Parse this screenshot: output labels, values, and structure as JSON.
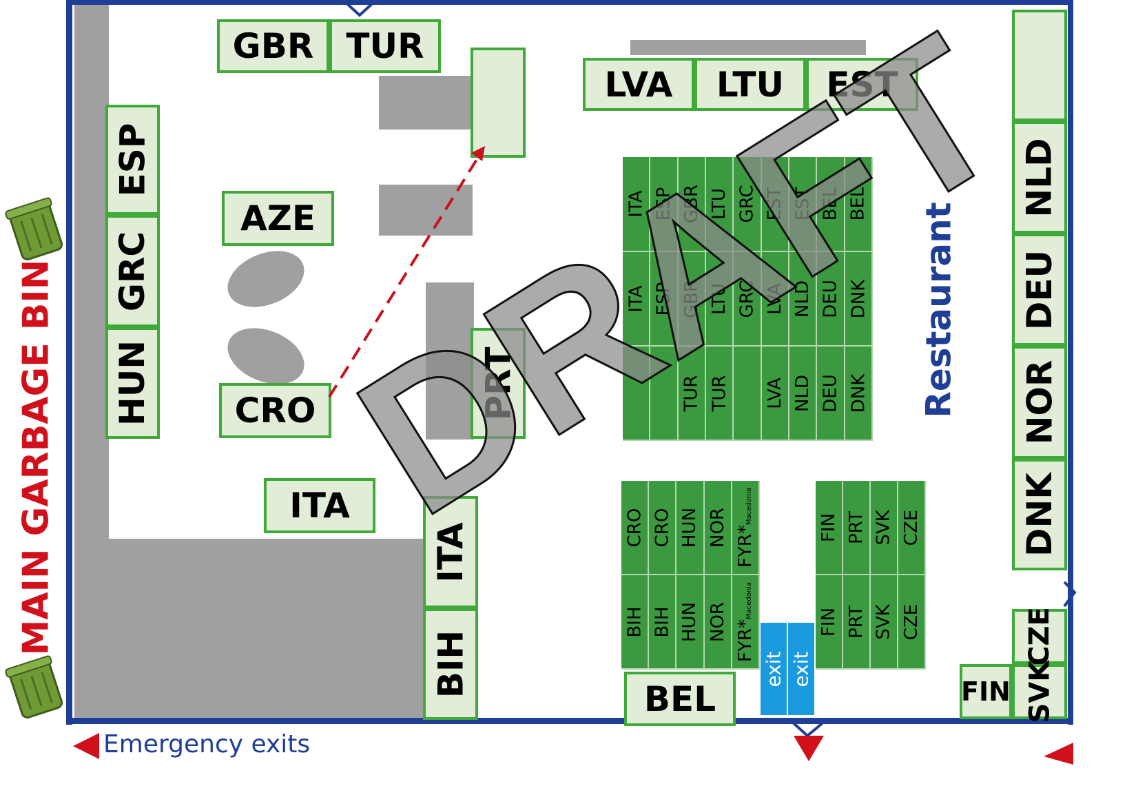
{
  "colors": {
    "wall": "#1f3f96",
    "booth_border": "#3faa3a",
    "booth_fill": "#e2edd8",
    "table_green": "#3b9a3f",
    "obstacle_gray": "#a0a0a0",
    "exit_blue": "#1a9be0",
    "red": "#d0101a",
    "restaurant_text": "#1f3f96",
    "bin_green": "#6f9a35"
  },
  "labels": {
    "side_title_red": "MAIN GARBAGE BIN",
    "restaurant": "Restaurant",
    "emergency_exits": "Emergency exits",
    "watermark": "DRAFT"
  },
  "booths": {
    "gbr": "GBR",
    "tur": "TUR",
    "lva": "LVA",
    "ltu": "LTU",
    "est": "EST",
    "esp": "ESP",
    "grc": "GRC",
    "hun": "HUN",
    "aze": "AZE",
    "cro": "CRO",
    "prt": "PRT",
    "ita_center": "ITA",
    "ita_lower": "ITA",
    "bih": "BIH",
    "bel": "BEL",
    "nld": "NLD",
    "deu": "DEU",
    "nor": "NOR",
    "dnk": "DNK",
    "cze": "CZE",
    "svk": "SVK",
    "fin": "FIN"
  },
  "table_grid_main": {
    "rows": [
      [
        "ITA",
        "ESP",
        "GBR",
        "LTU",
        "GRC",
        "EST",
        "EST",
        "BEL",
        "BEL"
      ],
      [
        "ITA",
        "ESP",
        "GBR",
        "LTU",
        "GRC",
        "LVA",
        "NLD",
        "DEU",
        "DNK"
      ],
      [
        "",
        "",
        "TUR",
        "TUR",
        "",
        "LVA",
        "NLD",
        "DEU",
        "DNK"
      ]
    ]
  },
  "table_grid_left": {
    "rows": [
      [
        "CRO",
        "CRO",
        "HUN",
        "NOR",
        "FYR*"
      ],
      [
        "BIH",
        "BIH",
        "HUN",
        "NOR",
        "FYR*"
      ]
    ],
    "fyr_suffix": "Macedonia"
  },
  "table_grid_right": {
    "rows": [
      [
        "FIN",
        "PRT",
        "SVK",
        "CZE"
      ],
      [
        "FIN",
        "PRT",
        "SVK",
        "CZE"
      ]
    ]
  },
  "exits": [
    "exit",
    "exit"
  ]
}
